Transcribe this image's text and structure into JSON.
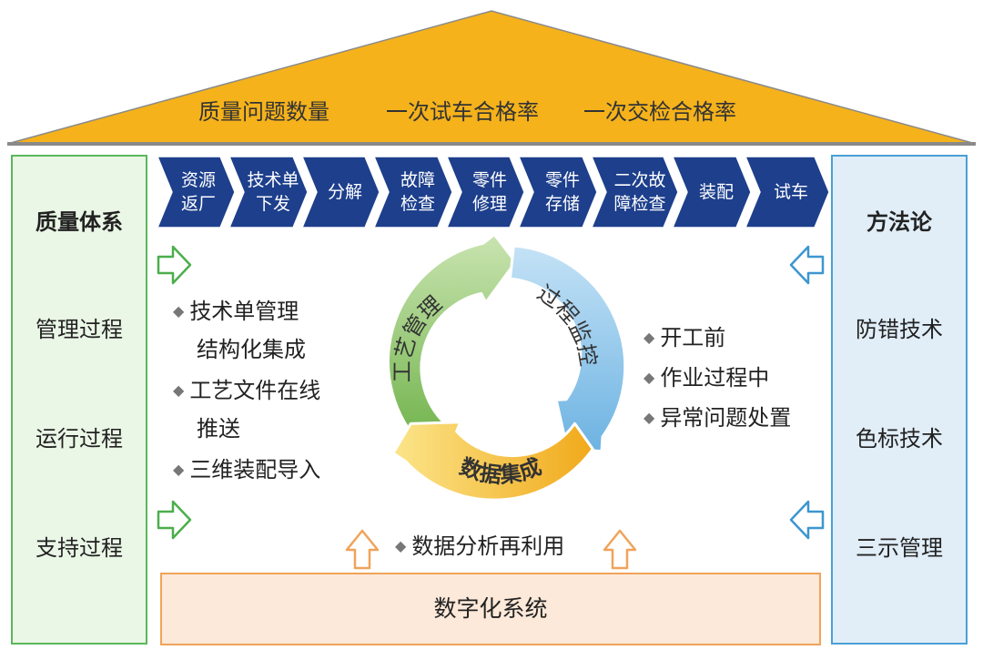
{
  "roof": {
    "metrics": [
      "质量问题数量",
      "一次试车合格率",
      "一次交检合格率"
    ],
    "color": "#f5b21b"
  },
  "quality_system": {
    "title": "质量体系",
    "items": [
      "管理过程",
      "运行过程",
      "支持过程"
    ]
  },
  "methodology": {
    "title": "方法论",
    "items": [
      "防错技术",
      "色标技术",
      "三示管理"
    ]
  },
  "process_flow": [
    "资源\n返厂",
    "技术单\n下发",
    "分解",
    "故障\n检查",
    "零件\n修理",
    "零件\n存储",
    "二次故\n障检查",
    "装配",
    "试车"
  ],
  "cycle": {
    "segments": [
      "工艺管理",
      "过程监控",
      "数据集成"
    ],
    "colors": {
      "green": "#8cc56a",
      "blue": "#7bbfe8",
      "orange": "#f3b515"
    }
  },
  "left_bullets": [
    "技术单管理",
    "结构化集成",
    "工艺文件在线",
    "推送",
    "三维装配导入"
  ],
  "right_bullets": [
    "开工前",
    "作业过程中",
    "异常问题处置"
  ],
  "data_reuse": "数据分析再利用",
  "digital_system": "数字化系统",
  "colors": {
    "chevron": "#1d3f8c",
    "left_border": "#5bb75b",
    "right_border": "#4a9fd5",
    "bottom_fill": "#fde9d9"
  }
}
